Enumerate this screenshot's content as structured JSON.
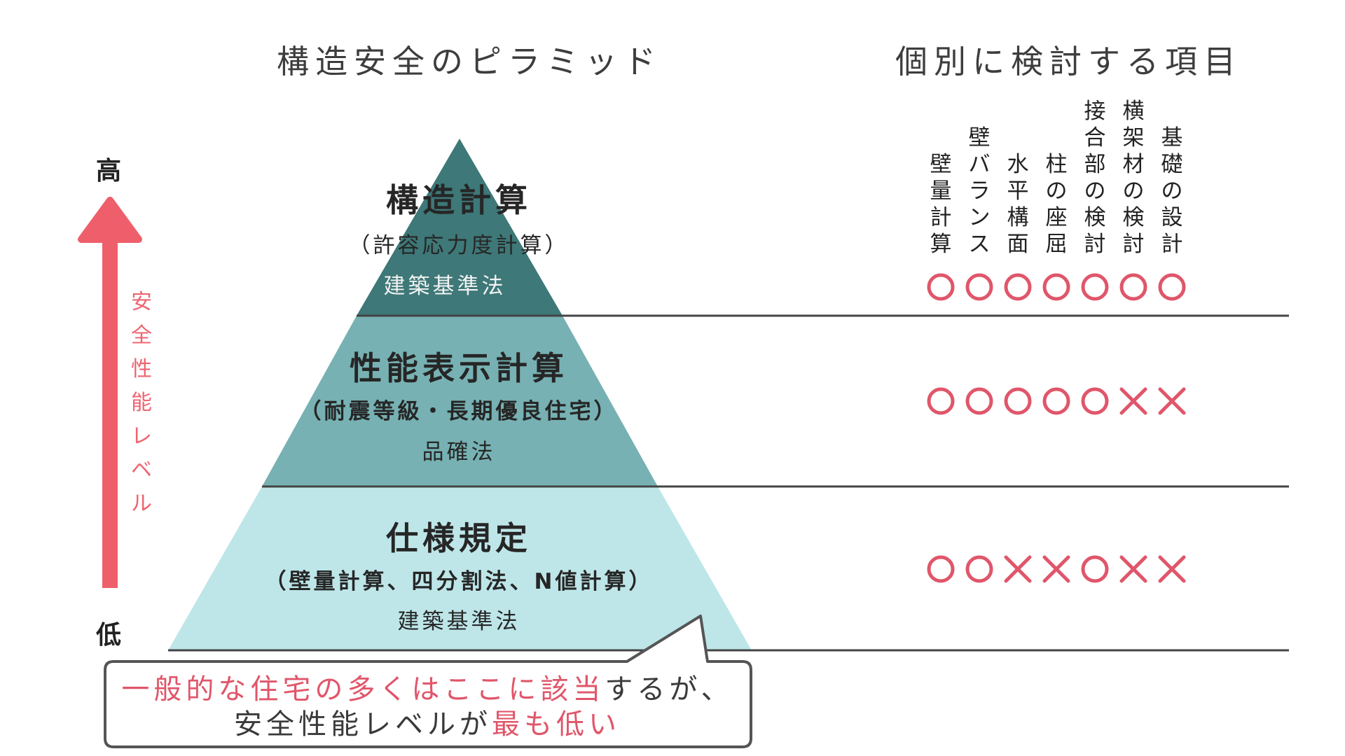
{
  "colors": {
    "tier1": "#3e7878",
    "tier2": "#77b1b3",
    "tier3": "#bee6e9",
    "arrow": "#ef5f6b",
    "mark": "#e0566a",
    "line": "#444444"
  },
  "titles": {
    "left": "構造安全のピラミッド",
    "right": "個別に検討する項目"
  },
  "axis": {
    "high": "高",
    "low": "低",
    "label": [
      "安",
      "全",
      "性",
      "能",
      "レ",
      "ベ",
      "ル"
    ]
  },
  "tiers": [
    {
      "name": "構造計算",
      "detail": "（許容応力度計算）",
      "law": "建築基準法",
      "marks": [
        "o",
        "o",
        "o",
        "o",
        "o",
        "o",
        "o"
      ]
    },
    {
      "name": "性能表示計算",
      "detail": "（耐震等級・長期優良住宅）",
      "law": "品確法",
      "marks": [
        "o",
        "o",
        "o",
        "o",
        "o",
        "x",
        "x"
      ]
    },
    {
      "name": "仕様規定",
      "detail": "（壁量計算、四分割法、N値計算）",
      "law": "建築基準法",
      "marks": [
        "o",
        "o",
        "x",
        "x",
        "o",
        "x",
        "x"
      ]
    }
  ],
  "columns": [
    {
      "chars": [
        "壁",
        "量",
        "計",
        "算"
      ]
    },
    {
      "chars": [
        "壁",
        "バ",
        "ラ",
        "ン",
        "ス"
      ]
    },
    {
      "chars": [
        "水",
        "平",
        "構",
        "面"
      ]
    },
    {
      "chars": [
        "柱",
        "の",
        "座",
        "屈"
      ]
    },
    {
      "chars": [
        "接",
        "合",
        "部",
        "の",
        "検",
        "討"
      ]
    },
    {
      "chars": [
        "横",
        "架",
        "材",
        "の",
        "検",
        "討"
      ]
    },
    {
      "chars": [
        "基",
        "礎",
        "の",
        "設",
        "計"
      ]
    }
  ],
  "callout": {
    "line1_pink": "一般的な住宅の多くはここに該当",
    "line1_rest": "するが、",
    "line2_dark": "安全性能レベルが",
    "line2_pink": "最も低い"
  }
}
